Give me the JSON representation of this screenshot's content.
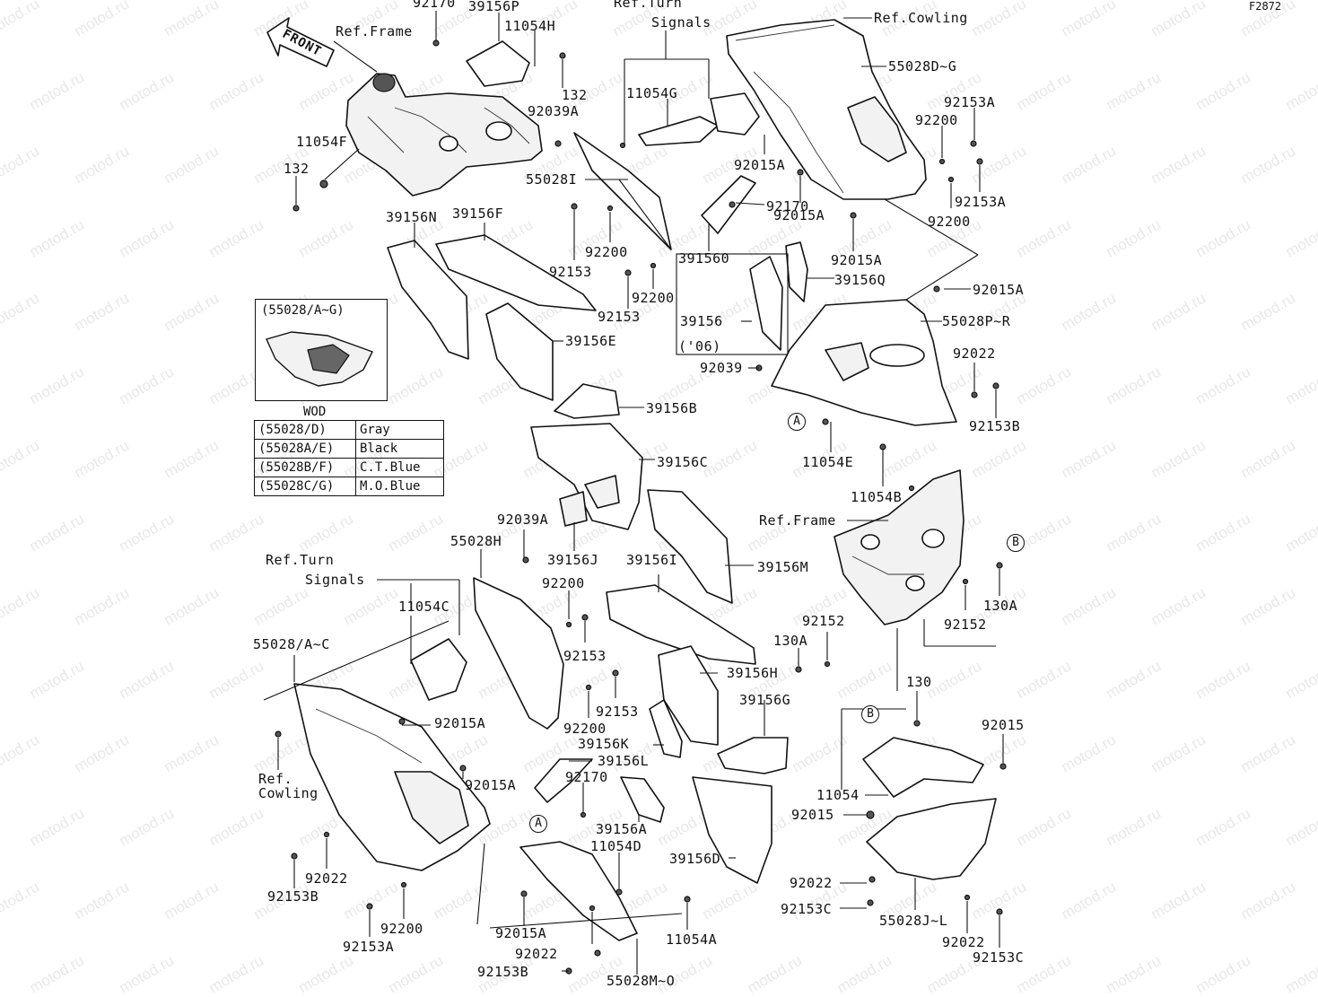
{
  "figure_code": "F2872",
  "front_label": "FRONT",
  "watermark_text": "motod.ru",
  "callouts": {
    "A": "A",
    "B": "B"
  },
  "wod": {
    "panel_title": "(55028/A~G)",
    "title": "WOD",
    "rows": [
      {
        "code": "(55028/D)",
        "color": "Gray"
      },
      {
        "code": "(55028A/E)",
        "color": "Black"
      },
      {
        "code": "(55028B/F)",
        "color": "C.T.Blue"
      },
      {
        "code": "(55028C/G)",
        "color": "M.O.Blue"
      }
    ]
  },
  "labels": {
    "p92170_top": "92170",
    "p39156P": "39156P",
    "p11054H": "11054H",
    "ref_turn_top_1": "Ref.Turn",
    "ref_turn_top_2": "Signals",
    "ref_cowling_top": "Ref.Cowling",
    "ref_frame_top": "Ref.Frame",
    "p55028DG": "55028D~G",
    "p132_a": "132",
    "p92039A_top": "92039A",
    "p11054G": "11054G",
    "p92153A_1": "92153A",
    "p92200_r1": "92200",
    "p11054F": "11054F",
    "p92015A_1": "92015A",
    "p132_b": "132",
    "p55028I": "55028I",
    "p92153A_2": "92153A",
    "p92200_r2": "92200",
    "p92015A_2": "92015A",
    "p39156N": "39156N",
    "p39156F": "39156F",
    "p92170_mid": "92170",
    "p92200_m1": "92200",
    "p92015A_3": "92015A",
    "p391560": "391560",
    "p92153_m1": "92153",
    "p39156Q": "39156Q",
    "p92015A_4": "92015A",
    "p92200_m2": "92200",
    "p92153_m2": "92153",
    "p39156_06a": "39156",
    "p39156_06b": "('06)",
    "p55028PR": "55028P~R",
    "p39156E": "39156E",
    "p92039": "92039",
    "p92022_r": "92022",
    "p92153B_r": "92153B",
    "p39156B": "39156B",
    "p11054E": "11054E",
    "p39156C": "39156C",
    "p11054B": "11054B",
    "ref_frame_mid": "Ref.Frame",
    "p92039A_mid": "92039A",
    "p55028H": "55028H",
    "p39156J": "39156J",
    "p39156I": "39156I",
    "p39156M": "39156M",
    "ref_turn_mid_1": "Ref.Turn",
    "ref_turn_mid_2": "Signals",
    "p92200_c1": "92200",
    "p130A_r": "130A",
    "p11054C": "11054C",
    "p92152_a": "92152",
    "p92152_b": "92152",
    "p130A_l": "130A",
    "p55028AC": "55028/A~C",
    "p92153_c1": "92153",
    "p39156H": "39156H",
    "p130": "130",
    "p92153_c2": "92153",
    "p39156G": "39156G",
    "p92015A_5": "92015A",
    "p92200_c2": "92200",
    "p92015": "92015",
    "p39156K": "39156K",
    "ref_cowling_low_1": "Ref.",
    "ref_cowling_low_2": "Cowling",
    "p39156L": "39156L",
    "p92015A_6": "92015A",
    "p92170_low": "92170",
    "p11054": "11054",
    "p92015_b": "92015",
    "p39156A": "39156A",
    "p11054D": "11054D",
    "p39156D": "39156D",
    "p92022_l": "92022",
    "p92022_b": "92022",
    "p92153B_l": "92153B",
    "p92153C_a": "92153C",
    "p55028JL": "55028J~L",
    "p92200_l": "92200",
    "p92015A_7": "92015A",
    "p11054A": "11054A",
    "p92022_r2": "92022",
    "p92153A_l": "92153A",
    "p92022_c": "92022",
    "p92153C_b": "92153C",
    "p92153B_b": "92153B",
    "p55028MO": "55028M~O"
  }
}
